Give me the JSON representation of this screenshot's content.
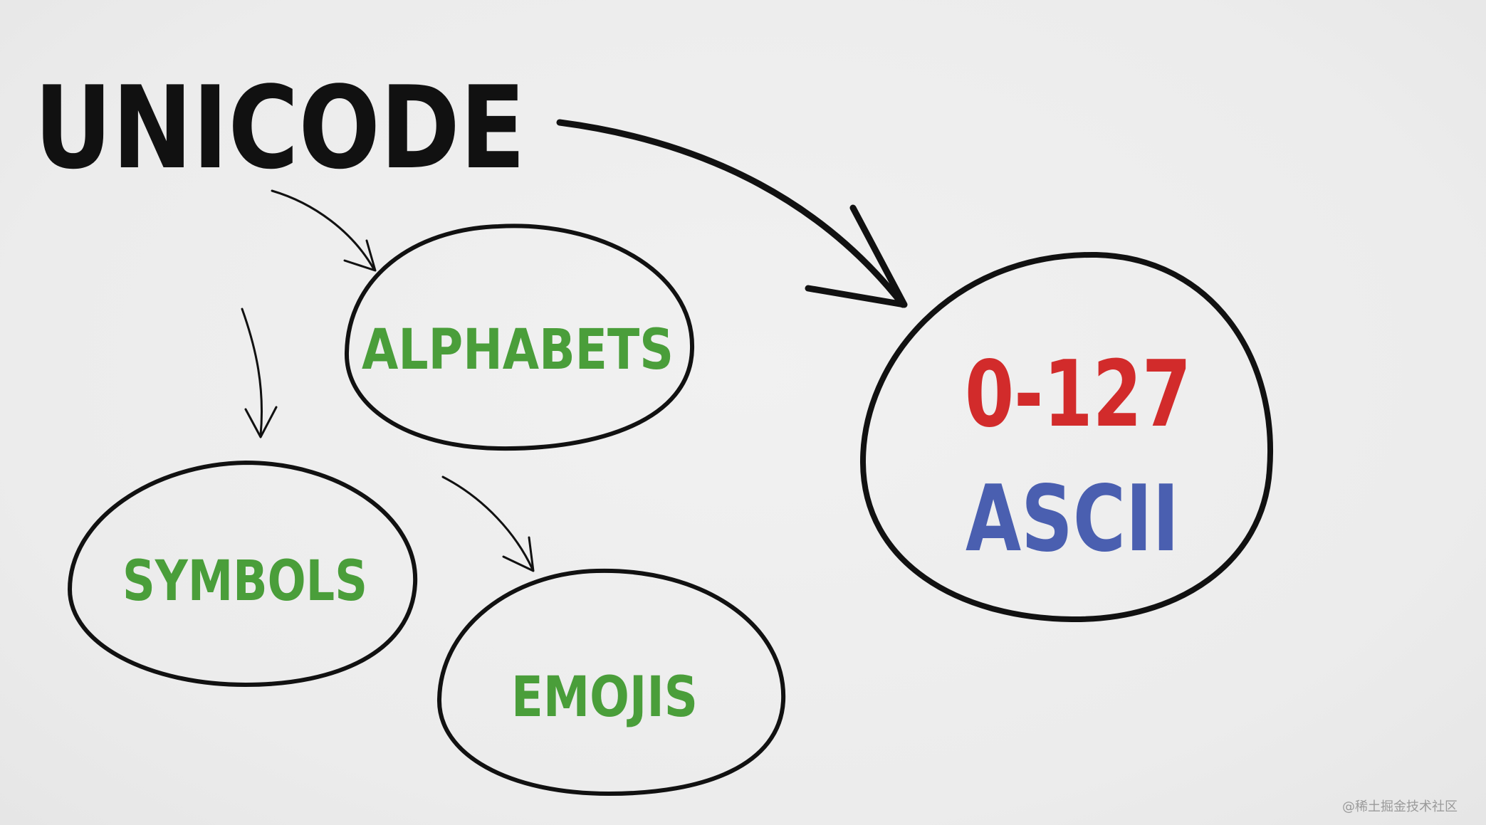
{
  "title": "UNICODE",
  "nodes": {
    "alphabets": "ALPHABETS",
    "symbols": "SYMBOLS",
    "emojis": "EMOJIS",
    "range": "0-127",
    "ascii": "ASCII"
  },
  "watermark": "@稀土掘金技术社区",
  "colors": {
    "title": "#111111",
    "category": "#4a9e3a",
    "range": "#d22b2b",
    "ascii": "#4a5fb0",
    "stroke": "#111111"
  }
}
